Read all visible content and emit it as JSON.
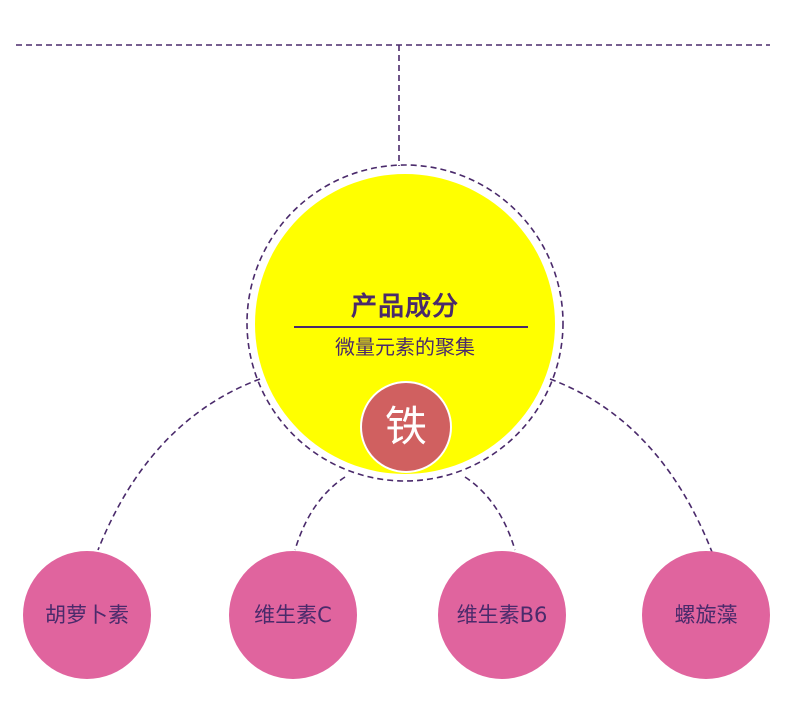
{
  "colors": {
    "dash_line": "#4a2a6b",
    "main_fill": "#ffff00",
    "text_purple": "#4a2a6b",
    "iron_fill": "#d06060",
    "node_fill": "#e0649e"
  },
  "main": {
    "title": "产品成分",
    "subtitle": "微量元素的聚集"
  },
  "center": {
    "label": "铁"
  },
  "nodes": [
    {
      "label": "胡萝卜素"
    },
    {
      "label": "维生素C"
    },
    {
      "label": "维生素B6"
    },
    {
      "label": "螺旋藻"
    }
  ]
}
